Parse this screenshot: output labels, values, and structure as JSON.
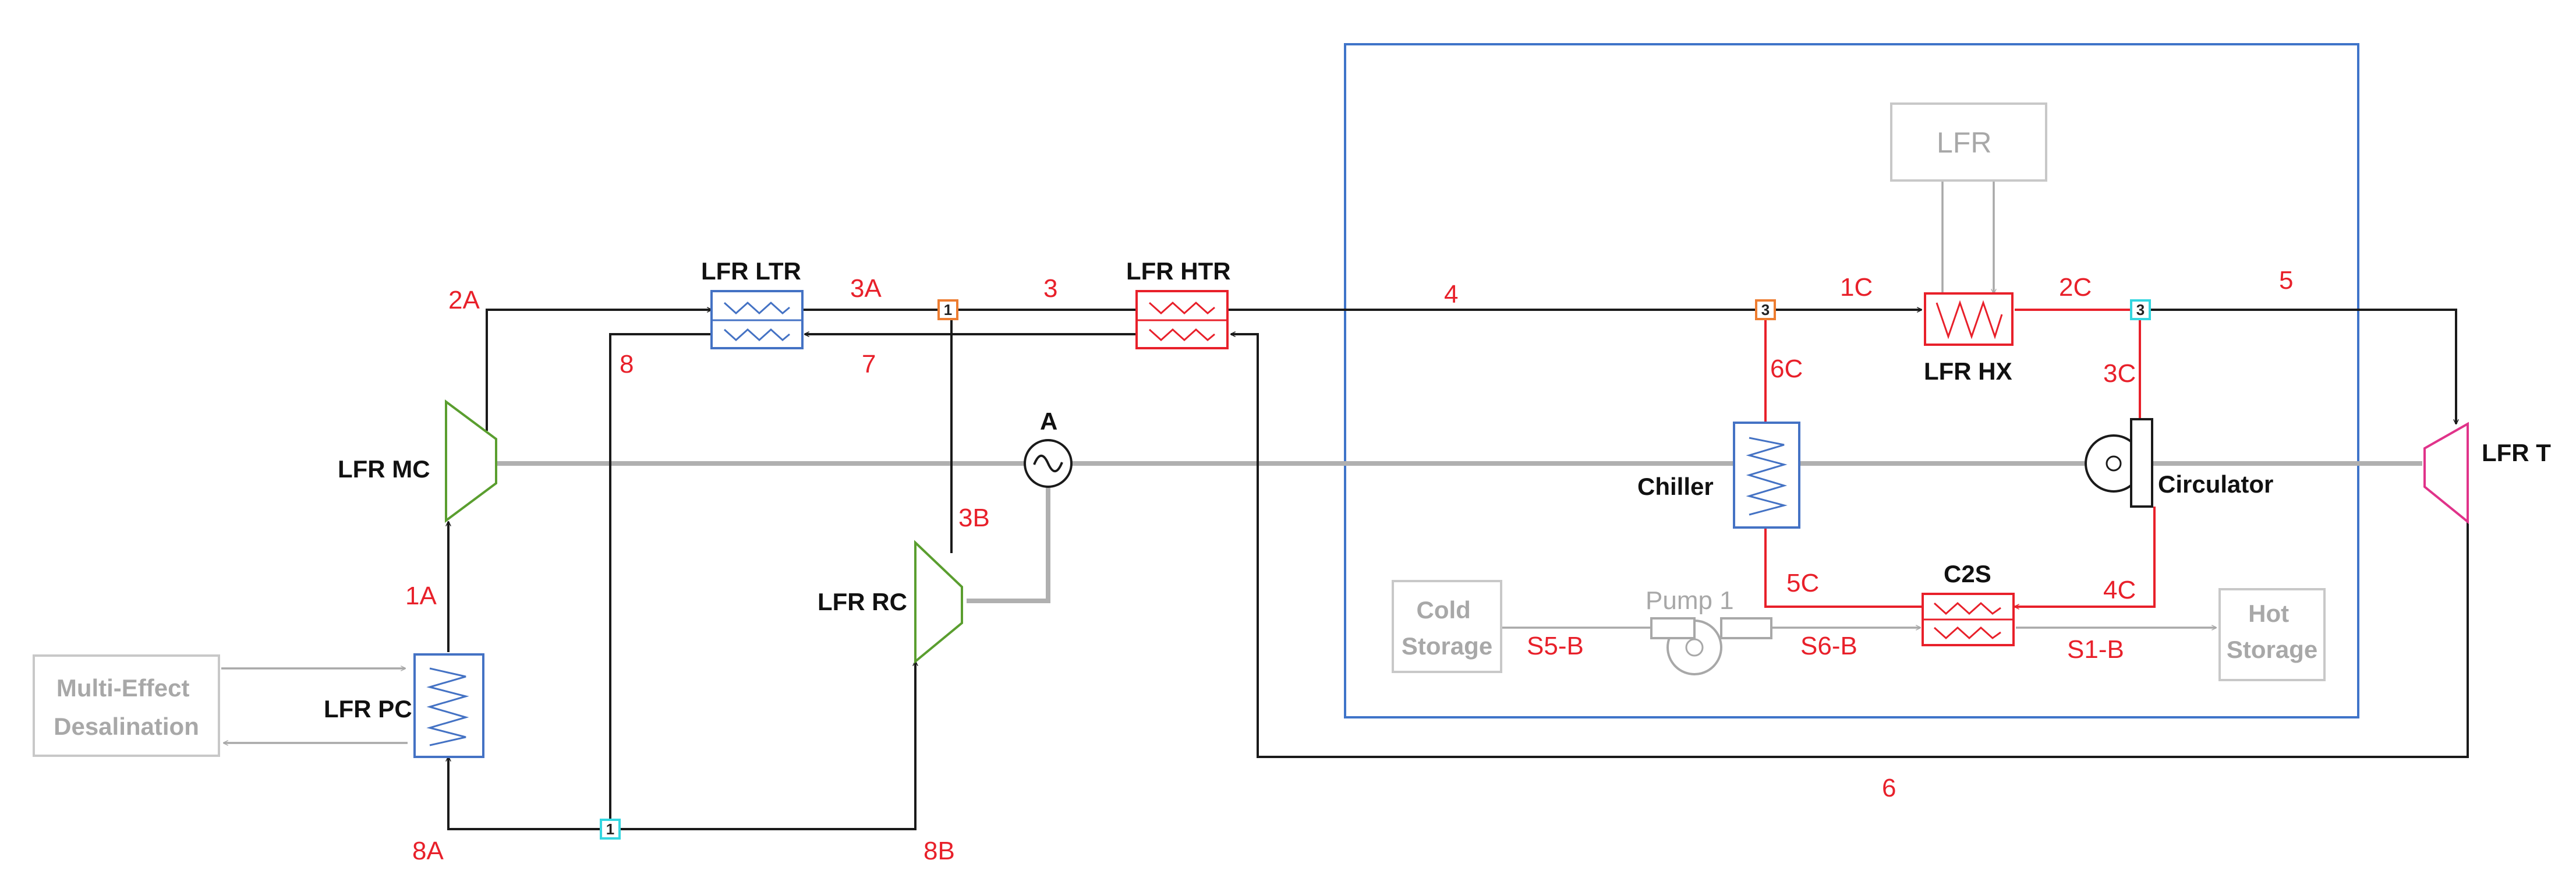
{
  "components": {
    "lfr_mc": "LFR MC",
    "lfr_ltr": "LFR LTR",
    "lfr_htr": "LFR HTR",
    "lfr_rc": "LFR RC",
    "lfr_pc": "LFR PC",
    "lfr_hx": "LFR HX",
    "lfr_t": "LFR T",
    "lfr_reactor": "LFR",
    "chiller": "Chiller",
    "circulator": "Circulator",
    "c2s": "C2S",
    "generator": "A",
    "pump": "Pump 1",
    "cold_storage": [
      "Cold",
      "Storage"
    ],
    "hot_storage": [
      "Hot",
      "Storage"
    ],
    "desalination": [
      "Multi-Effect",
      "Desalination"
    ]
  },
  "states": {
    "s1A": "1A",
    "s2A": "2A",
    "s3A": "3A",
    "s3": "3",
    "s3B": "3B",
    "s4": "4",
    "s5": "5",
    "s6": "6",
    "s7": "7",
    "s8": "8",
    "s8A": "8A",
    "s8B": "8B",
    "s1C": "1C",
    "s2C": "2C",
    "s3C": "3C",
    "s4C": "4C",
    "s5C": "5C",
    "s6C": "6C",
    "sS5B": "S5-B",
    "sS6B": "S6-B",
    "sS1B": "S1-B"
  },
  "junctions": {
    "j_top_left": "1",
    "j_bottom": "1",
    "j_chiller": "3",
    "j_circulator": "3"
  },
  "colors": {
    "loop": "#1a1a1a",
    "shaft": "#b0b0b0",
    "recuperator_low": "#4472c4",
    "recuperator_high": "#e8202a",
    "compressor": "#5a9e2f",
    "turbine": "#e0338a",
    "boundary": "#3f74c9",
    "grey": "#b0b0b0",
    "junction_orange": "#ed7d31",
    "junction_cyan": "#33d6e0"
  }
}
